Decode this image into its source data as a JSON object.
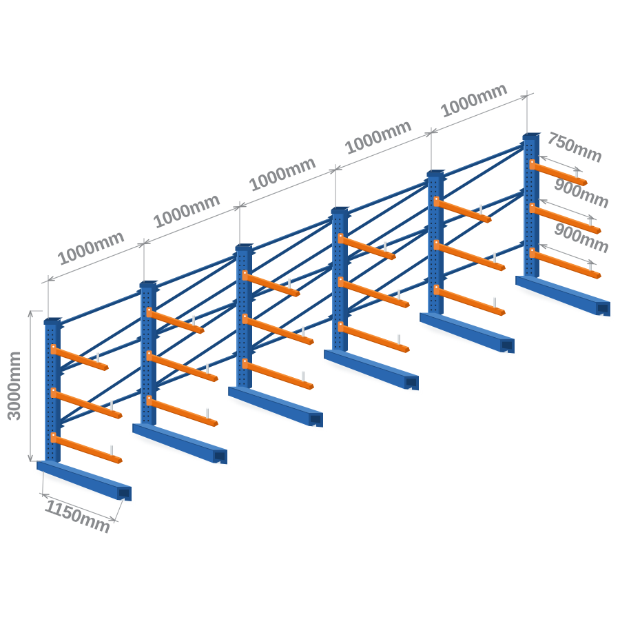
{
  "diagram": {
    "description": "Isometric technical illustration of a blue and orange cantilever racking run (6 uprights, 5 bays, 3 arm levels) with grey dimension annotations on white background"
  },
  "dimensions": {
    "bay_labels": [
      "1000mm",
      "1000mm",
      "1000mm",
      "1000mm",
      "1000mm"
    ],
    "arm_labels": [
      "750mm",
      "900mm",
      "900mm"
    ],
    "height_label": "3000mm",
    "base_depth_label": "1150mm"
  },
  "structure": {
    "uprights": 6,
    "bays": 5,
    "arm_levels_per_upright": 3,
    "horizontal_brace_rails": 3,
    "diagonal_braces": 8
  },
  "colors": {
    "background": "#ffffff",
    "column_front": "#2b6ab3",
    "column_shade": "#1d4e88",
    "column_highlight": "#6097d4",
    "cap_front": "#1e518c",
    "cap_top": "#163e6d",
    "brace": "#17477d",
    "brace_highlight": "#4076ae",
    "connector": "#1b4a7e",
    "arm_orange": "#e86d0f",
    "arm_highlight": "#f68f35",
    "arm_shade": "#c25708",
    "bracket_orange": "#ef8538",
    "base_top": "#4e89c9",
    "base_front": "#2a67b0",
    "base_end": "#1e508c",
    "base_recess": "#143a66",
    "pin_light": "#d9dde0",
    "pin_shade": "#b3b8bc",
    "perforation": "#18222e",
    "dimension_gray": "#898b8e",
    "hairline_gray": "#a4a6a9",
    "shadow": "#dcdfe2"
  }
}
